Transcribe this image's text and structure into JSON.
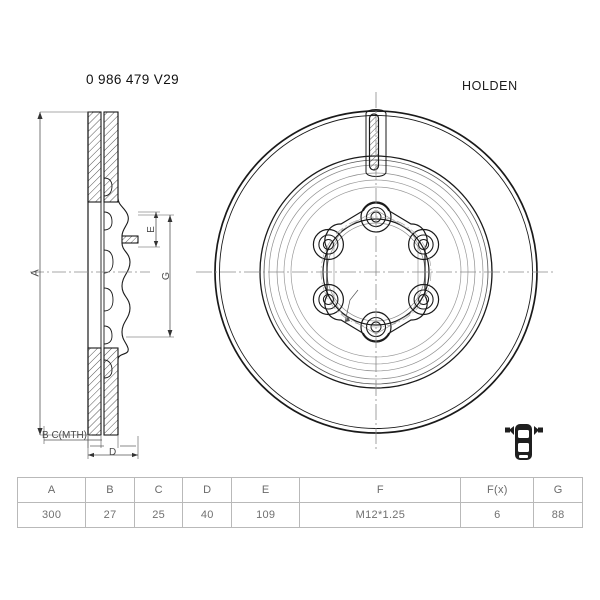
{
  "drawing": {
    "part_number": "0 986 479 V29",
    "brand": "HOLDEN",
    "views": {
      "section_view_name": "cross-section-view",
      "front_view_name": "front-view"
    },
    "dimension_callouts": {
      "a": "A",
      "b_c": "B  C(MTH)",
      "d": "D",
      "e": "E",
      "g": "G"
    },
    "axle_icon": {
      "name": "front-axle-car-icon",
      "position": "front"
    }
  },
  "spec_table": {
    "headers": [
      "A",
      "B",
      "C",
      "D",
      "E",
      "F",
      "F(x)",
      "G"
    ],
    "values": [
      "300",
      "27",
      "25",
      "40",
      "109",
      "M12*1.25",
      "6",
      "88"
    ]
  },
  "colors": {
    "background": "#ffffff",
    "line": "#1a1a1a",
    "thin_line": "#555555",
    "center_line": "#8a8a8a",
    "table_border": "#b9b9b9",
    "table_text": "#6a6a6a"
  },
  "chart_data": {
    "type": "table",
    "title": "0 986 479 V29",
    "categories": [
      "A",
      "B",
      "C",
      "D",
      "E",
      "F",
      "F(x)",
      "G"
    ],
    "values": [
      "300",
      "27",
      "25",
      "40",
      "109",
      "M12*1.25",
      "6",
      "88"
    ]
  }
}
